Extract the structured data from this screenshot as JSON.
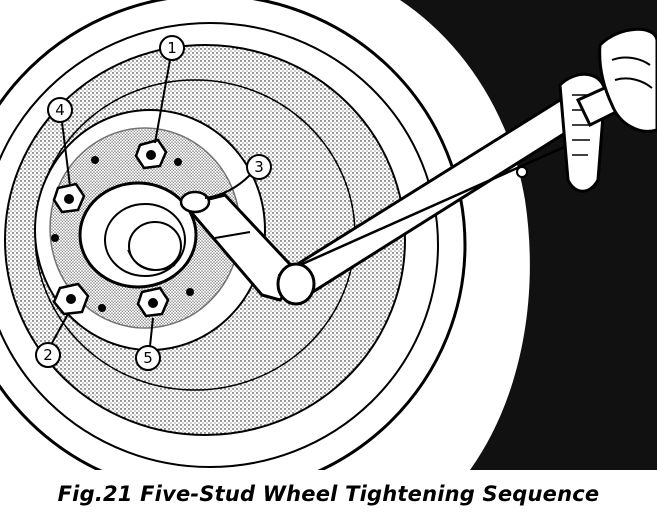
{
  "caption": "Fig.21 Five-Stud Wheel Tightening Sequence",
  "callouts": [
    {
      "id": "1",
      "label": "1"
    },
    {
      "id": "2",
      "label": "2"
    },
    {
      "id": "3",
      "label": "3"
    },
    {
      "id": "4",
      "label": "4"
    },
    {
      "id": "5",
      "label": "5"
    }
  ],
  "colors": {
    "ink": "#000000",
    "paper": "#ffffff",
    "tyre": "#111111"
  }
}
